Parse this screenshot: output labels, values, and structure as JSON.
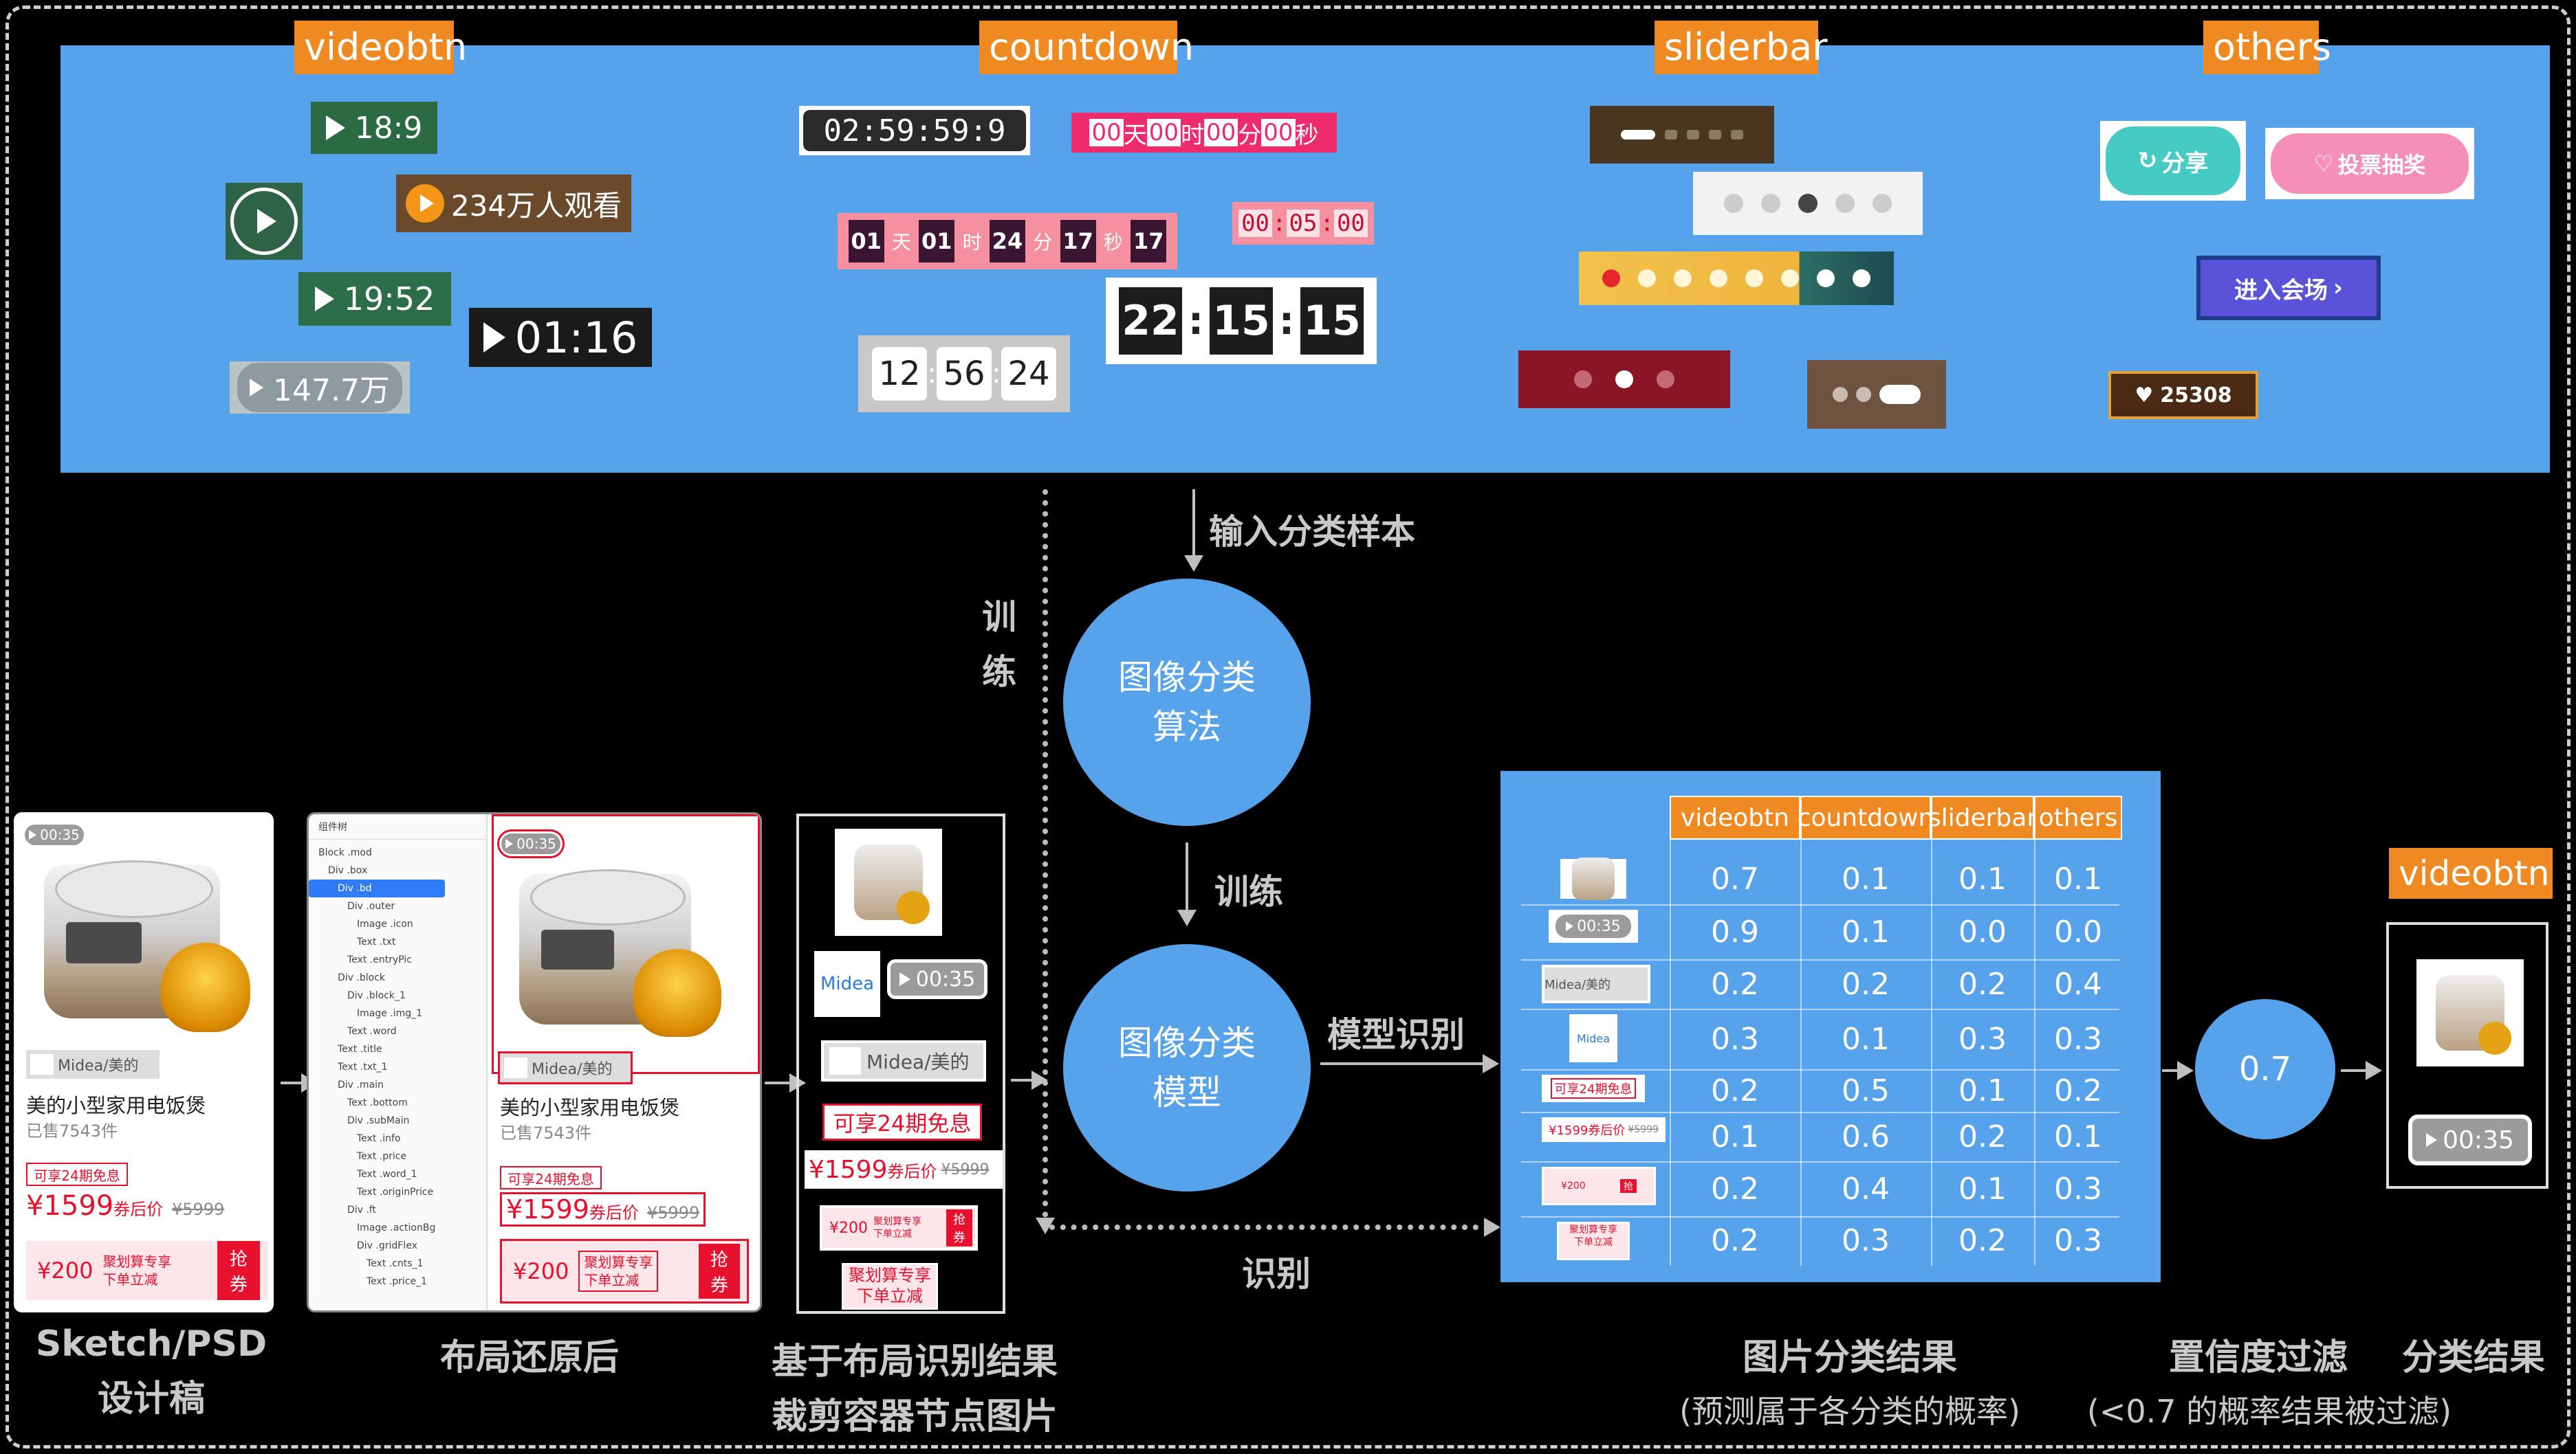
{
  "categories": [
    "videobtn",
    "countdown",
    "sliderbar",
    "others"
  ],
  "videobtn_samples": {
    "a": "18:9",
    "b": "234万人观看",
    "c": "19:52",
    "d": "01:16",
    "e": "147.7万"
  },
  "countdown_samples": {
    "a": "02:59:59:9",
    "b": {
      "d": "00",
      "u1": "天",
      "h": "00",
      "u2": "时",
      "m": "00",
      "u3": "分",
      "s": "00",
      "u4": "秒"
    },
    "c": {
      "d": "01",
      "u1": "天",
      "h": "01",
      "u2": "时",
      "m": "24",
      "u3": "分",
      "s": "17",
      "u4": "秒",
      "ms": "17"
    },
    "d": {
      "h": "00",
      "m": "05",
      "s": "00"
    },
    "e": {
      "h": "22",
      "m": "15",
      "s": "15"
    },
    "f": {
      "h": "12",
      "m": "56",
      "s": "24"
    }
  },
  "others_samples": {
    "share": "分享",
    "vote": "投票抽奖",
    "enter": "进入会场",
    "likes": "25308"
  },
  "flow": {
    "input_samples": "输入分类样本",
    "train_vertical": "训练",
    "algo_node": "图像分类\n算法",
    "train": "训练",
    "model_node": "图像分类\n模型",
    "model_recognize": "模型识别",
    "recognize": "识别",
    "threshold_value": "0.7"
  },
  "product": {
    "video_badge": "00:35",
    "brand": "Midea/美的",
    "title": "美的小型家用电饭煲",
    "sold": "已售7543件",
    "installment": "可享24期免息",
    "price": "¥1599",
    "price_suffix": "券后价",
    "orig_price": "¥5999",
    "coupon_value": "¥200",
    "coupon_text": "聚划算专享\n下单立减",
    "grab": "抢\n券"
  },
  "layout_tree": {
    "header": "组件树",
    "nodes": [
      "Block .mod",
      "Div .box",
      "Div .bd",
      "Div .outer",
      "Image .icon",
      "Text .txt",
      "Text .entryPic",
      "Div .block",
      "Div .block_1",
      "Image .img_1",
      "Text .word",
      "Text .title",
      "Text .txt_1",
      "Div .main",
      "Text .bottom",
      "Div .subMain",
      "Text .info",
      "Text .price",
      "Text .word_1",
      "Text .originPrice",
      "Div .ft",
      "Image .actionBg",
      "Div .gridFlex",
      "Text .cnts_1",
      "Text .price_1"
    ]
  },
  "crop_logo": "Midea",
  "results": {
    "headers": [
      "videobtn",
      "countdown",
      "sliderbar",
      "others"
    ],
    "rows": [
      [
        "0.7",
        "0.1",
        "0.1",
        "0.1"
      ],
      [
        "0.9",
        "0.1",
        "0.0",
        "0.0"
      ],
      [
        "0.2",
        "0.2",
        "0.2",
        "0.4"
      ],
      [
        "0.3",
        "0.1",
        "0.3",
        "0.3"
      ],
      [
        "0.2",
        "0.5",
        "0.1",
        "0.2"
      ],
      [
        "0.1",
        "0.6",
        "0.2",
        "0.1"
      ],
      [
        "0.2",
        "0.4",
        "0.1",
        "0.3"
      ],
      [
        "0.2",
        "0.3",
        "0.2",
        "0.3"
      ]
    ]
  },
  "final": {
    "label": "videobtn"
  },
  "captions": {
    "design": "Sketch/PSD\n设计稿",
    "layout": "布局还原后",
    "crop": "基于布局识别结果\n裁剪容器节点图片",
    "results_title": "图片分类结果",
    "results_sub": "(预测属于各分类的概率)",
    "filter_title": "置信度过滤",
    "filter_sub": "(<0.7 的概率结果被过滤)",
    "final_title": "分类结果"
  },
  "colors": {
    "panel_blue": "#56a3ec",
    "label_orange": "#ef8a22",
    "accent_red": "#e8112d"
  }
}
